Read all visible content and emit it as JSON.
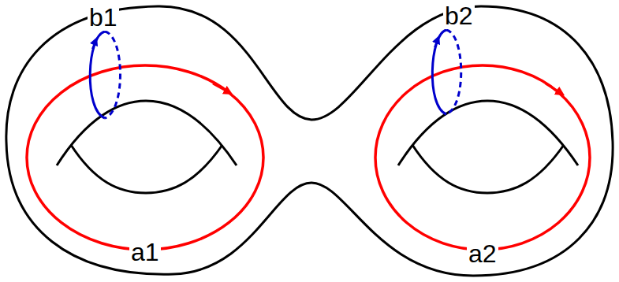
{
  "diagram": {
    "labels": [
      "b1",
      "b2",
      "a1",
      "a2"
    ]
  }
}
